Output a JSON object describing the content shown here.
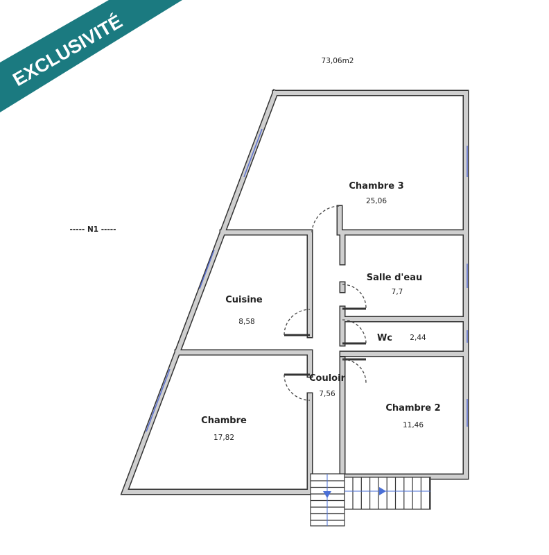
{
  "banner": {
    "text": "EXCLUSIVITÉ",
    "color": "#1b7a80"
  },
  "total_area": "73,06m2",
  "level": "----- N1 -----",
  "rooms": [
    {
      "name": "Chambre 3",
      "area": "25,06"
    },
    {
      "name": "Salle d'eau",
      "area": "7,7"
    },
    {
      "name": "Cuisine",
      "area": "8,58"
    },
    {
      "name": "Wc",
      "area": "2,44"
    },
    {
      "name": "Couloir",
      "area": "7,56"
    },
    {
      "name": "Chambre 2",
      "area": "11,46"
    },
    {
      "name": "Chambre",
      "area": "17,82"
    }
  ],
  "colors": {
    "wall": "#cfcfcf",
    "window": "#5a6fd0",
    "stair_arrow": "#4a6fd6"
  }
}
